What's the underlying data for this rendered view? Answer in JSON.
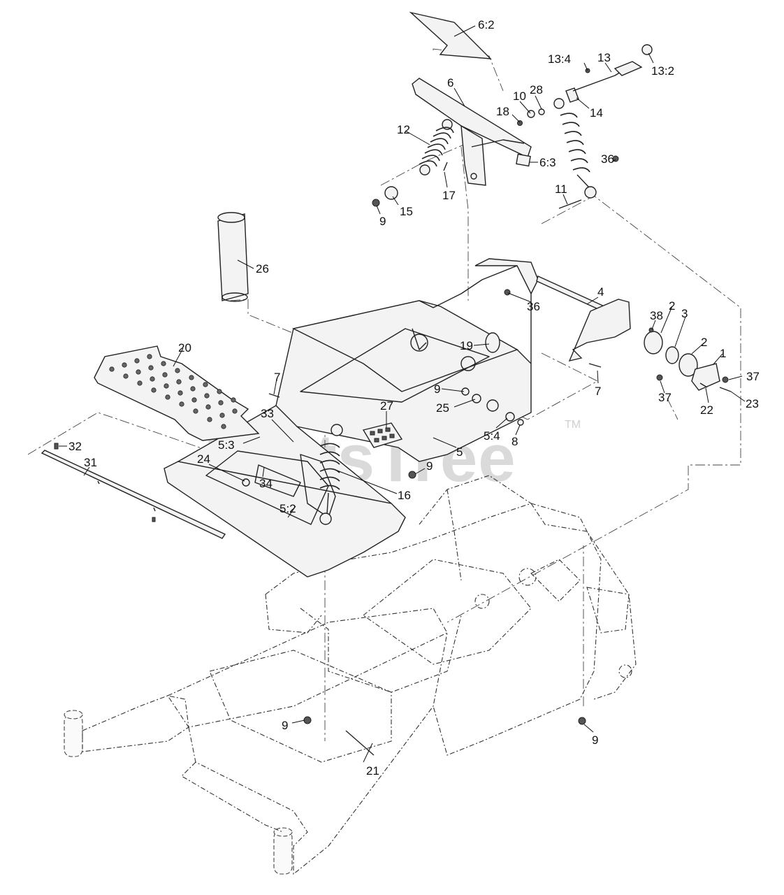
{
  "watermark": {
    "text": "PartsTree",
    "trademark": "TM"
  },
  "callouts": [
    {
      "id": "6-2",
      "label": "6:2"
    },
    {
      "id": "13-4",
      "label": "13:4"
    },
    {
      "id": "13",
      "label": "13"
    },
    {
      "id": "13-2",
      "label": "13:2"
    },
    {
      "id": "6",
      "label": "6"
    },
    {
      "id": "10",
      "label": "10"
    },
    {
      "id": "28",
      "label": "28"
    },
    {
      "id": "18",
      "label": "18"
    },
    {
      "id": "14",
      "label": "14"
    },
    {
      "id": "12",
      "label": "12"
    },
    {
      "id": "6-3",
      "label": "6:3"
    },
    {
      "id": "36-top",
      "label": "36"
    },
    {
      "id": "17",
      "label": "17"
    },
    {
      "id": "11",
      "label": "11"
    },
    {
      "id": "9-top",
      "label": "9"
    },
    {
      "id": "15",
      "label": "15"
    },
    {
      "id": "26",
      "label": "26"
    },
    {
      "id": "4",
      "label": "4"
    },
    {
      "id": "36-mid",
      "label": "36"
    },
    {
      "id": "38",
      "label": "38"
    },
    {
      "id": "2-a",
      "label": "2"
    },
    {
      "id": "3",
      "label": "3"
    },
    {
      "id": "2-b",
      "label": "2"
    },
    {
      "id": "1",
      "label": "1"
    },
    {
      "id": "20",
      "label": "20"
    },
    {
      "id": "19",
      "label": "19"
    },
    {
      "id": "37-right",
      "label": "37"
    },
    {
      "id": "37-left",
      "label": "37"
    },
    {
      "id": "22",
      "label": "22"
    },
    {
      "id": "23",
      "label": "23"
    },
    {
      "id": "7-left",
      "label": "7"
    },
    {
      "id": "7-right",
      "label": "7"
    },
    {
      "id": "9-mid",
      "label": "9"
    },
    {
      "id": "25",
      "label": "25"
    },
    {
      "id": "27",
      "label": "27"
    },
    {
      "id": "33",
      "label": "33"
    },
    {
      "id": "5-4",
      "label": "5:4"
    },
    {
      "id": "8",
      "label": "8"
    },
    {
      "id": "5-3",
      "label": "5:3"
    },
    {
      "id": "5",
      "label": "5"
    },
    {
      "id": "32",
      "label": "32"
    },
    {
      "id": "31",
      "label": "31"
    },
    {
      "id": "24",
      "label": "24"
    },
    {
      "id": "9-lower",
      "label": "9"
    },
    {
      "id": "34",
      "label": "34"
    },
    {
      "id": "16",
      "label": "16"
    },
    {
      "id": "5-2",
      "label": "5:2"
    },
    {
      "id": "9-bottom-left",
      "label": "9"
    },
    {
      "id": "9-bottom-right",
      "label": "9"
    },
    {
      "id": "21",
      "label": "21"
    }
  ]
}
